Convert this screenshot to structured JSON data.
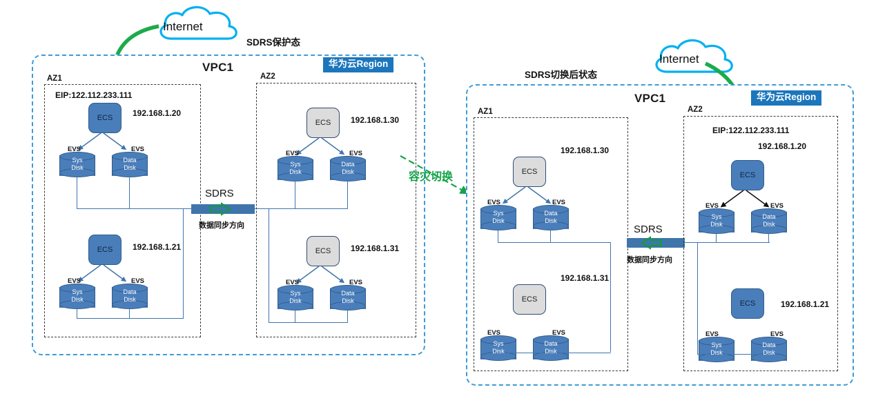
{
  "diagram": {
    "title_left": "SDRS保护态",
    "title_right": "SDRS切换后状态",
    "failover_label": "容灾切换",
    "internet_label": "Internet",
    "region_badge": "华为云Region",
    "vpc_label": "VPC1",
    "az1_label": "AZ1",
    "az2_label": "AZ2",
    "ecs_label": "ECS",
    "evs_label": "EVS",
    "sys_disk_l1": "Sys",
    "sys_disk_l2": "Disk",
    "data_disk_l1": "Data",
    "data_disk_l2": "Disk",
    "sdrs_label": "SDRS",
    "sdrs_sub": "数据同步方向",
    "eip": "EIP:122.112.233.111"
  },
  "colors": {
    "accent_blue": "#1b76bc",
    "node_blue": "#4a7ebb",
    "node_border": "#2e5c8a",
    "idle_gray": "#dcdcdc",
    "idle_border": "#2e4d73",
    "vpc_dash": "#3e9bd8",
    "az_dash": "#3a3a3a",
    "green": "#16a34a",
    "cloud_stroke": "#00b0f0"
  },
  "left_panel": {
    "az1": {
      "top_ip": "192.168.1.20",
      "top_eip": "EIP:122.112.233.111",
      "bottom_ip": "192.168.1.21",
      "top_state": "active",
      "bottom_state": "active"
    },
    "az2": {
      "top_ip": "192.168.1.30",
      "bottom_ip": "192.168.1.31",
      "top_state": "idle",
      "bottom_state": "idle"
    },
    "sync_direction": "right"
  },
  "right_panel": {
    "az1": {
      "top_ip": "192.168.1.30",
      "bottom_ip": "192.168.1.31",
      "top_state": "idle",
      "bottom_state": "idle"
    },
    "az2": {
      "top_ip": "192.168.1.20",
      "top_eip": "EIP:122.112.233.111",
      "bottom_ip": "192.168.1.21",
      "top_state": "active",
      "bottom_state": "active"
    },
    "sync_direction": "left"
  }
}
